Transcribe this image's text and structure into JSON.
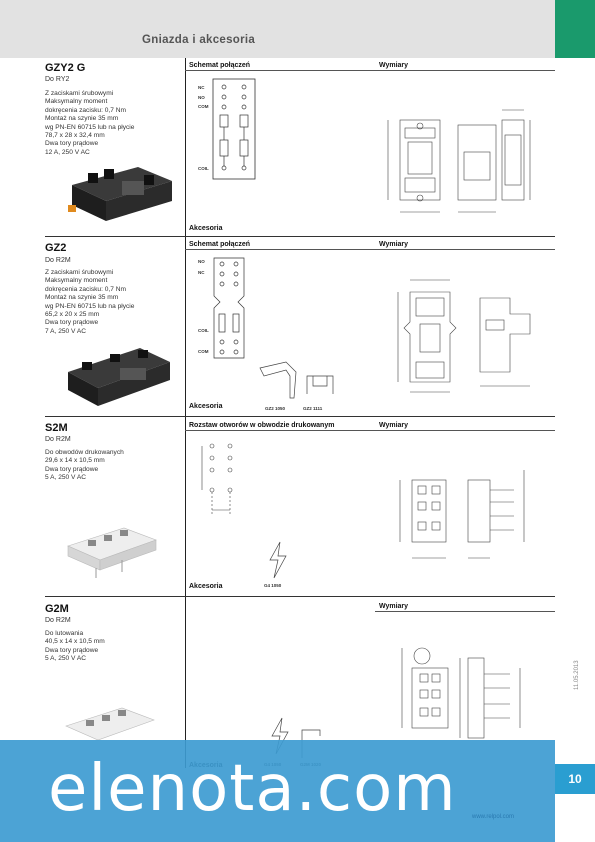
{
  "header": {
    "title": "Gniazda i akcesoria"
  },
  "page_number": "10",
  "date_vertical": "11.05.2013",
  "footer": {
    "url": "www.relpol.com"
  },
  "watermark": "elenota.com",
  "colors": {
    "green_tab": "#1a9a6c",
    "blue": "#3d9bd1",
    "header_gray": "#e2e2e2"
  },
  "labels": {
    "schemat": "Schemat połączeń",
    "wymiary": "Wymiary",
    "akcesoria": "Akcesoria",
    "rozstaw": "Rozstaw otworów w obwodzie drukowanym"
  },
  "products": [
    {
      "name": "GZY2 G",
      "sub": "Do RY2",
      "desc": [
        "Z zaciskami śrubowymi",
        "Maksymalny moment",
        "dokręcenia zacisku: 0,7 Nm",
        "Montaż na szynie 35 mm",
        "wg PN-EN 60715 lub na płycie",
        "78,7 x 28 x 32,4 mm",
        "Dwa tory prądowe",
        "12 A, 250 V AC"
      ],
      "pins": [
        "NC",
        "NO",
        "COM",
        "COIL"
      ]
    },
    {
      "name": "GZ2",
      "sub": "Do R2M",
      "desc": [
        "Z zaciskami śrubowymi",
        "Maksymalny moment",
        "dokręcenia zacisku: 0,7 Nm",
        "Montaż na szynie 35 mm",
        "wg PN-EN 60715 lub na płycie",
        "65,2 x 20 x 25 mm",
        "Dwa tory prądowe",
        "7 A, 250 V AC"
      ],
      "pins": [
        "NO",
        "NC",
        "COIL",
        "COM"
      ],
      "accessories": [
        "GZ2 1050",
        "GZ2 1111"
      ]
    },
    {
      "name": "S2M",
      "sub": "Do R2M",
      "desc": [
        "Do obwodów drukowanych",
        "29,6 x 14 x 10,5 mm",
        "Dwa tory prądowe",
        "5 A, 250 V AC"
      ],
      "accessories": [
        "G4 1050"
      ]
    },
    {
      "name": "G2M",
      "sub": "Do R2M",
      "desc": [
        "Do lutowania",
        "40,5 x 14 x 10,5 mm",
        "Dwa tory prądowe",
        "5 A, 250 V AC"
      ],
      "accessories": [
        "G4 1050",
        "G2M 1020"
      ]
    }
  ]
}
